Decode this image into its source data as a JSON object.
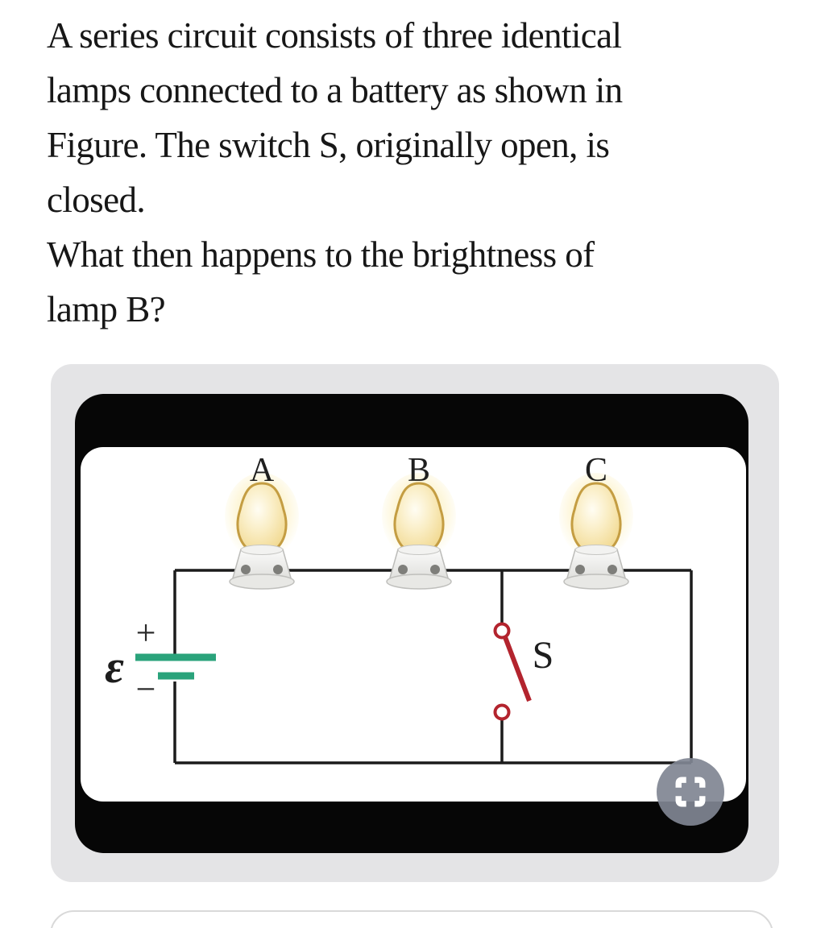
{
  "question": {
    "lines": [
      "A series circuit consists of three identical",
      "lamps connected to a battery as shown in",
      "Figure. The switch S, originally open, is",
      "closed.",
      "What then happens to the brightness of",
      "lamp B?"
    ]
  },
  "figure": {
    "lamps": [
      "A",
      "B",
      "C"
    ],
    "switch_label": "S",
    "battery": {
      "emf": "ε",
      "plus": "+",
      "minus": "−"
    },
    "fullscreen_icon": "fullscreen-expand",
    "colors": {
      "battery_plate": "#2aa37b",
      "switch_red": "#b3242e",
      "wire": "#1b1b1b",
      "bulb_outline": "#c49d42",
      "player_background": "#060606",
      "card_background": "#e4e4e6"
    }
  }
}
